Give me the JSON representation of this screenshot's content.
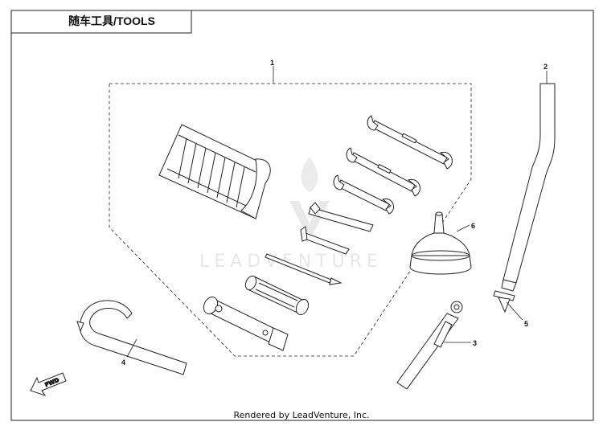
{
  "title": "随车工具/TOOLS",
  "callouts": {
    "c1": "1",
    "c2": "2",
    "c3": "3",
    "c4": "4",
    "c5": "5",
    "c6": "6"
  },
  "watermark": "LEADVENTURE",
  "fwd_label": "FWD",
  "footer": "Rendered by LeadVenture, Inc."
}
